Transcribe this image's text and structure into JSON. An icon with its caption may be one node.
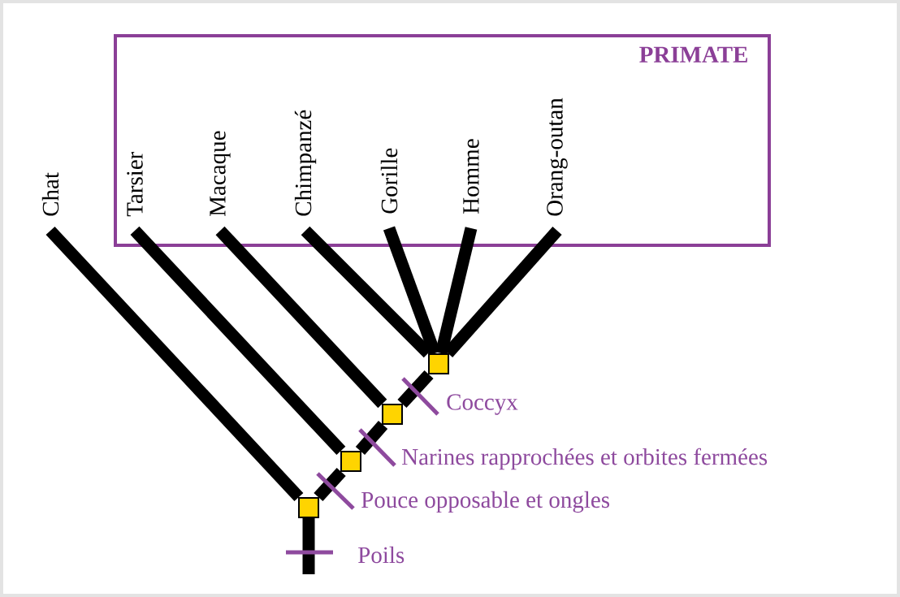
{
  "diagram": {
    "nodes": [
      {
        "text": [
          "Chat"
        ]
      },
      {
        "text": [
          "PRIMATE"
        ]
      },
      {
        "text": [
          "Tarsier"
        ],
        "in": 1
      },
      {
        "text": [
          "Macaque"
        ],
        "in": 1
      },
      {
        "text": [
          "Chimpanzé"
        ],
        "in": 1
      },
      {
        "text": [
          "Gorille"
        ],
        "in": 1
      },
      {
        "text": [
          "Homme"
        ],
        "in": 1
      },
      {
        "text": [
          "Orang-outan"
        ],
        "in": 1
      },
      {
        "text": [],
        "shape": "box"
      },
      {
        "text": [],
        "shape": "box"
      },
      {
        "text": [],
        "shape": "box"
      },
      {
        "text": [],
        "shape": "box"
      }
    ],
    "edges": [
      {
        "from": null,
        "to": 8,
        "arrow": "none"
      },
      {
        "from": 8,
        "to": 0,
        "arrow": "none"
      },
      {
        "from": 8,
        "to": 9,
        "arrow": "none"
      },
      {
        "from": 9,
        "to": 2,
        "arrow": "none"
      },
      {
        "from": 9,
        "to": 10,
        "arrow": "none"
      },
      {
        "from": 10,
        "to": 3,
        "arrow": "none"
      },
      {
        "from": 10,
        "to": 11,
        "arrow": "none"
      },
      {
        "from": 11,
        "to": 4,
        "arrow": "none"
      },
      {
        "from": 11,
        "to": 5,
        "arrow": "none"
      },
      {
        "from": 11,
        "to": 6,
        "arrow": "none"
      },
      {
        "from": 11,
        "to": 7,
        "arrow": "none"
      }
    ],
    "labels": [
      "Poils",
      "Pouce opposable et ongles",
      "Narines rapprochées et orbites fermées",
      "Coccyx"
    ]
  }
}
